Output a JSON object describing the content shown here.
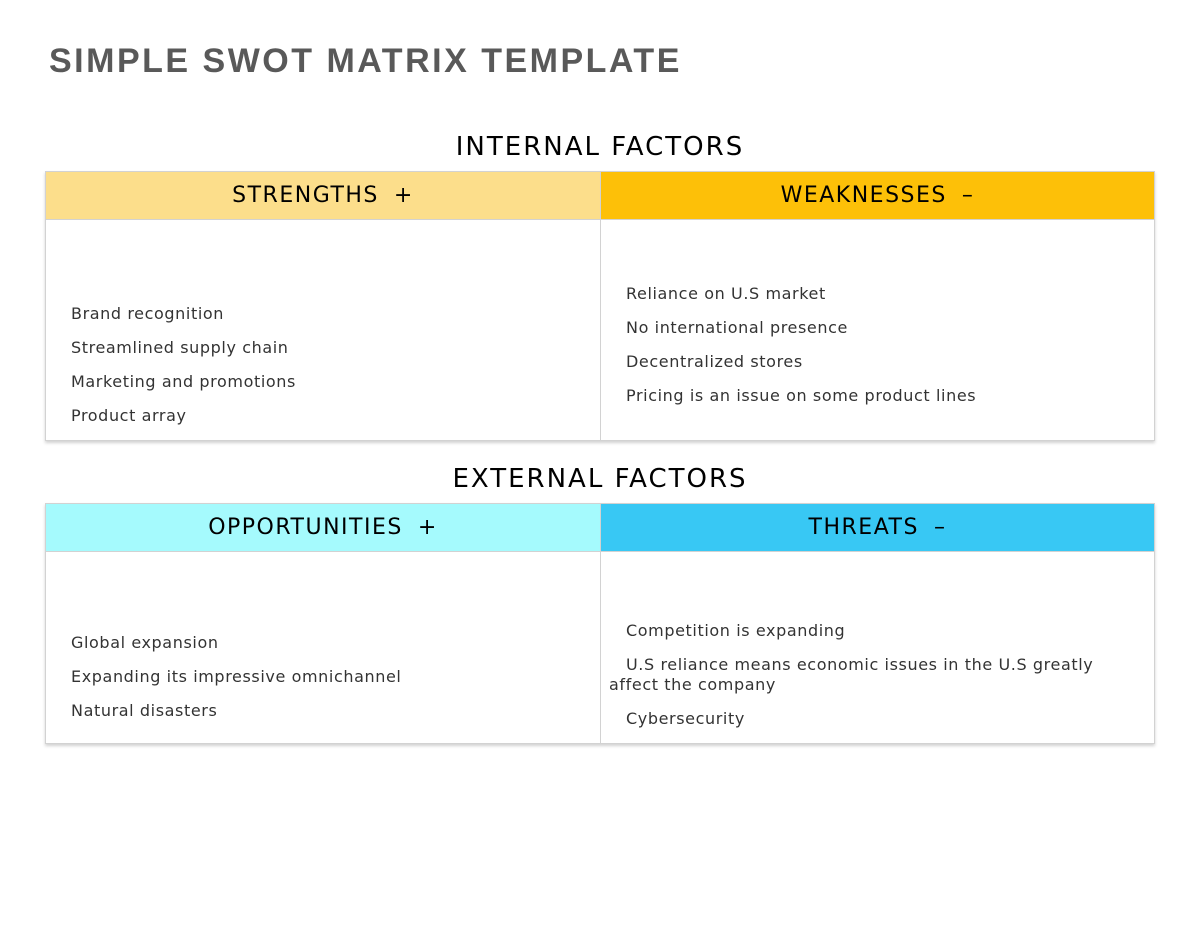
{
  "page": {
    "title": "SIMPLE SWOT MATRIX TEMPLATE"
  },
  "internal": {
    "heading": "INTERNAL FACTORS",
    "strengths": {
      "label": "STRENGTHS",
      "sign": "+",
      "items": [
        "Brand recognition",
        "Streamlined supply chain",
        "Marketing and promotions",
        "Product array"
      ]
    },
    "weaknesses": {
      "label": "WEAKNESSES",
      "sign": "–",
      "items": [
        "Reliance on U.S market",
        "No international presence",
        "Decentralized stores",
        "Pricing is an issue on some product lines"
      ]
    }
  },
  "external": {
    "heading": "EXTERNAL FACTORS",
    "opportunities": {
      "label": "OPPORTUNITIES",
      "sign": "+",
      "items": [
        "Global expansion",
        "Expanding its impressive omnichannel",
        "Natural disasters"
      ]
    },
    "threats": {
      "label": "THREATS",
      "sign": "–",
      "items": [
        "Competition is expanding",
        "U.S reliance means economic issues in the U.S greatly affect the company",
        "Cybersecurity"
      ]
    }
  },
  "colors": {
    "title_text": "#595959",
    "body_text": "#333333",
    "table_border": "#d2d2d2",
    "strengths_header": "#fcde8b",
    "weaknesses_header": "#fdc008",
    "opportunities_header": "#a5fafd",
    "threats_header": "#38c8f4"
  }
}
